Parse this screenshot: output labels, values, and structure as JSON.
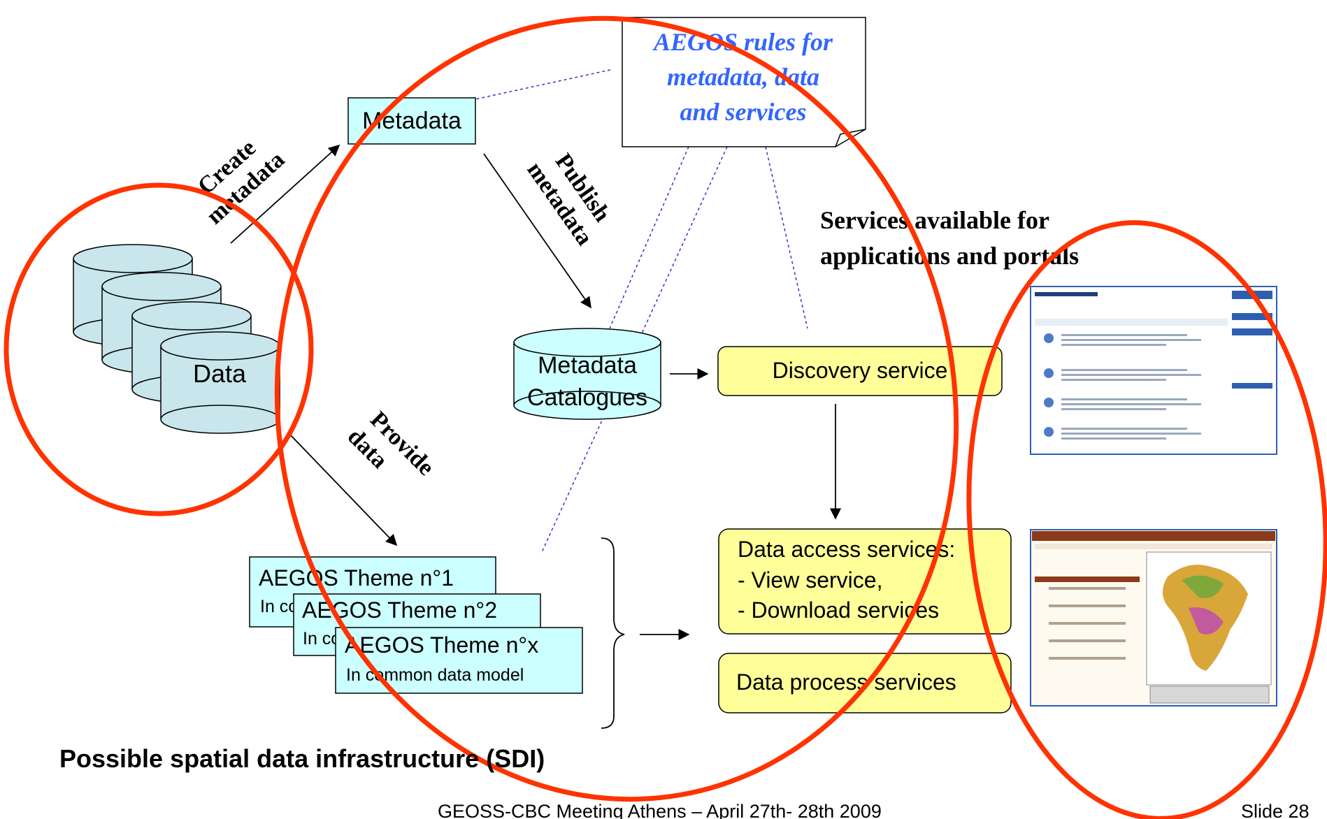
{
  "rules_note": {
    "line1": "AEGOS rules for",
    "line2": "metadata, data",
    "line3": "and services"
  },
  "metadata_box": "Metadata",
  "data_store": "Data",
  "catalogue": {
    "line1": "Metadata",
    "line2": "Catalogues"
  },
  "arrows": {
    "create_line1": "Create",
    "create_line2": "metadata",
    "publish_line1": "Publish",
    "publish_line2": "metadata",
    "provide_line1": "Provide",
    "provide_line2": "data"
  },
  "services_heading": {
    "line1": "Services available for",
    "line2": "applications and portals"
  },
  "discovery_service": "Discovery service",
  "data_access": {
    "line1": "Data access services:",
    "line2": "- View service,",
    "line3": "- Download services"
  },
  "data_process": "Data process services",
  "themes": [
    {
      "title": "AEGOS Theme n°1",
      "subtitle": "In common data model"
    },
    {
      "title": "AEGOS Theme n°2",
      "subtitle": "In common data model"
    },
    {
      "title": "AEGOS Theme n°x",
      "subtitle": "In common data model"
    }
  ],
  "caption": "Possible spatial data infrastructure (SDI)",
  "footer": {
    "event": "GEOSS-CBC Meeting Athens – April 27th- 28th 2009",
    "slide": "Slide 28"
  },
  "colors": {
    "highlight_ellipse": "#ff3300",
    "cyan_fill": "#ccffff",
    "service_fill": "#ffff99",
    "note_text": "#3366ff",
    "store_fill": "#c8e6ec"
  }
}
